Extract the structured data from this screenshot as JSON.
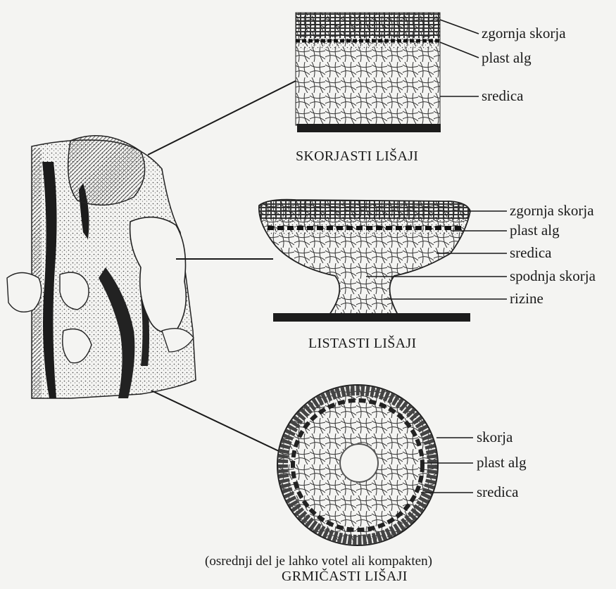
{
  "crustose": {
    "title": "SKORJASTI LIŠAJI",
    "labels": [
      "zgornja skorja",
      "plast alg",
      "sredica"
    ]
  },
  "foliose": {
    "title": "LISTASTI LIŠAJI",
    "labels": [
      "zgornja skorja",
      "plast alg",
      "sredica",
      "spodnja skorja",
      "rizine"
    ]
  },
  "fruticose": {
    "title": "GRMIČASTI LIŠAJI",
    "note": "(osrednji del je lahko votel ali kompakten)",
    "labels": [
      "skorja",
      "plast alg",
      "sredica"
    ]
  },
  "colors": {
    "ink": "#1a1a1a",
    "paper": "#f4f4f2",
    "grey": "#8a8a88"
  }
}
